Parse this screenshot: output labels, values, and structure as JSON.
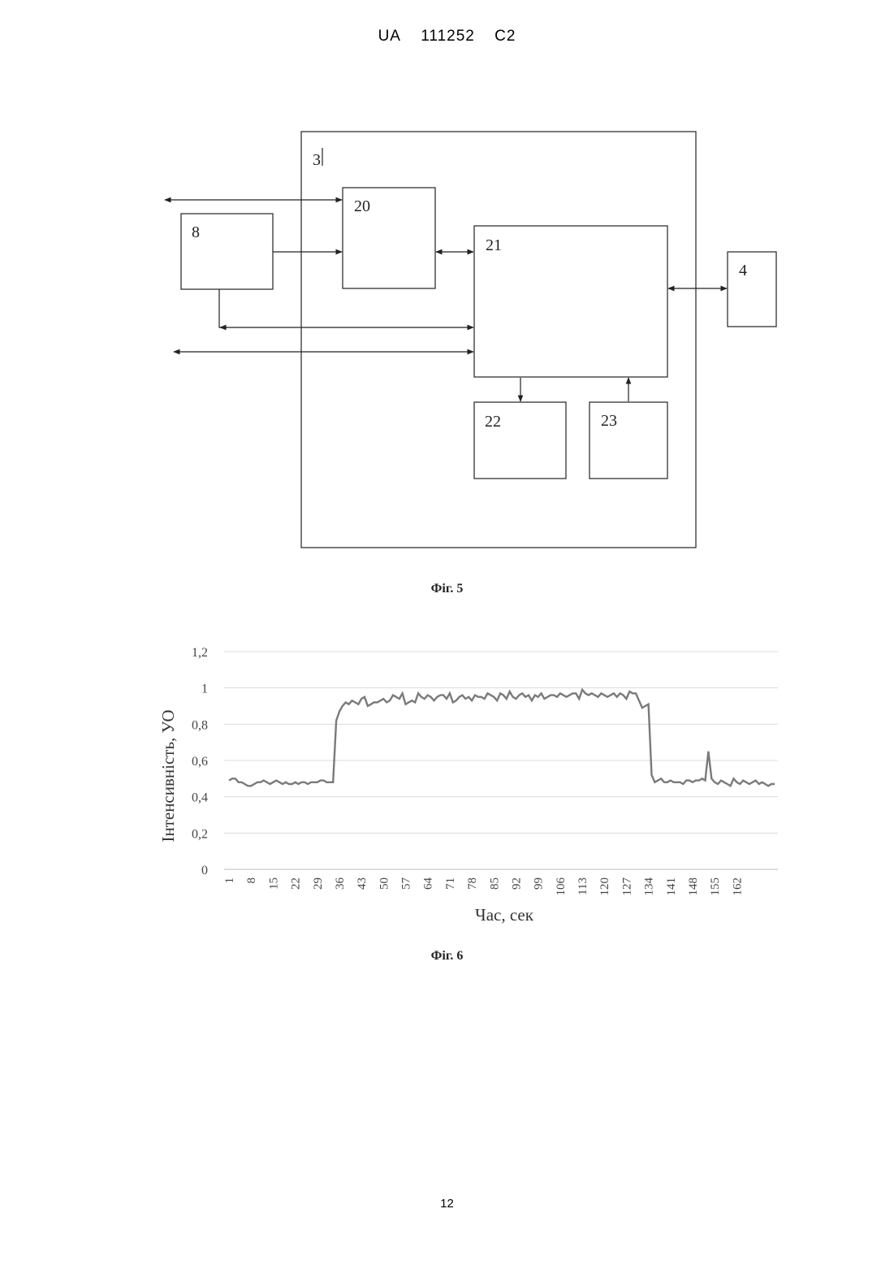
{
  "header": {
    "country": "UA",
    "number": "111252",
    "kind": "C2"
  },
  "figure5": {
    "caption": "Фіг. 5",
    "blocks": {
      "outer": "3",
      "b8": "8",
      "b20": "20",
      "b21": "21",
      "b22": "22",
      "b23": "23",
      "b4": "4"
    }
  },
  "figure6": {
    "caption": "Фіг. 6"
  },
  "chart_data": {
    "type": "line",
    "title": "",
    "xlabel": "Час, сек",
    "ylabel": "Інтенсивність, УО",
    "ylim": [
      0,
      1.2
    ],
    "yticks": [
      "0",
      "0,2",
      "0,4",
      "0,6",
      "0,8",
      "1",
      "1,2"
    ],
    "ytick_values": [
      0,
      0.2,
      0.4,
      0.6,
      0.8,
      1.0,
      1.2
    ],
    "xticks": [
      "1",
      "8",
      "15",
      "22",
      "29",
      "36",
      "43",
      "50",
      "57",
      "64",
      "71",
      "78",
      "85",
      "92",
      "99",
      "106",
      "113",
      "120",
      "127",
      "134",
      "141",
      "148",
      "155",
      "162"
    ],
    "grid": true,
    "line_color": "#7a7a7a",
    "series": [
      {
        "values": [
          0.49,
          0.5,
          0.5,
          0.48,
          0.48,
          0.47,
          0.46,
          0.46,
          0.47,
          0.48,
          0.48,
          0.49,
          0.48,
          0.47,
          0.48,
          0.49,
          0.48,
          0.47,
          0.48,
          0.47,
          0.47,
          0.48,
          0.47,
          0.48,
          0.48,
          0.47,
          0.48,
          0.48,
          0.48,
          0.49,
          0.49,
          0.48,
          0.48,
          0.48,
          0.82,
          0.87,
          0.9,
          0.92,
          0.91,
          0.93,
          0.92,
          0.91,
          0.94,
          0.95,
          0.9,
          0.91,
          0.92,
          0.92,
          0.93,
          0.94,
          0.92,
          0.93,
          0.96,
          0.95,
          0.94,
          0.97,
          0.91,
          0.92,
          0.93,
          0.92,
          0.97,
          0.95,
          0.94,
          0.96,
          0.95,
          0.93,
          0.95,
          0.96,
          0.96,
          0.94,
          0.97,
          0.92,
          0.93,
          0.95,
          0.96,
          0.94,
          0.95,
          0.93,
          0.96,
          0.95,
          0.95,
          0.94,
          0.97,
          0.96,
          0.95,
          0.93,
          0.97,
          0.96,
          0.94,
          0.98,
          0.95,
          0.94,
          0.96,
          0.97,
          0.95,
          0.96,
          0.93,
          0.96,
          0.95,
          0.97,
          0.94,
          0.95,
          0.96,
          0.96,
          0.95,
          0.97,
          0.96,
          0.95,
          0.96,
          0.97,
          0.97,
          0.94,
          0.99,
          0.97,
          0.96,
          0.97,
          0.96,
          0.95,
          0.97,
          0.96,
          0.95,
          0.96,
          0.97,
          0.95,
          0.97,
          0.96,
          0.94,
          0.98,
          0.97,
          0.97,
          0.93,
          0.89,
          0.9,
          0.91,
          0.52,
          0.48,
          0.49,
          0.5,
          0.48,
          0.48,
          0.49,
          0.48,
          0.48,
          0.48,
          0.47,
          0.49,
          0.49,
          0.48,
          0.49,
          0.49,
          0.5,
          0.49,
          0.65,
          0.5,
          0.48,
          0.47,
          0.49,
          0.48,
          0.47,
          0.46,
          0.5,
          0.48,
          0.47,
          0.49,
          0.48,
          0.47,
          0.48,
          0.49,
          0.47,
          0.48,
          0.47,
          0.46,
          0.47,
          0.47
        ]
      }
    ]
  }
}
